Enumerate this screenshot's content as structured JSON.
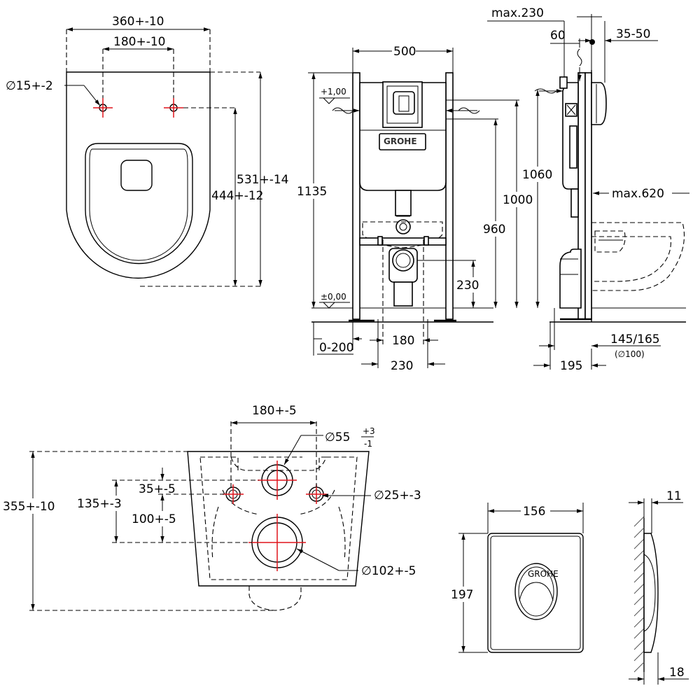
{
  "top_left": {
    "width_outer": "360+-10",
    "width_inner": "180+-10",
    "hole_diameter": "∅15+-2",
    "length_outer": "531+-14",
    "length_inner": "444+-12"
  },
  "top_middle": {
    "frame_width": "500",
    "level_top": "+1,00",
    "level_zero": "±0,00",
    "height_total": "1135",
    "height_1000": "1000",
    "height_960": "960",
    "height_230": "230",
    "foot_adjust": "0-200",
    "spacing_180": "180",
    "spacing_230": "230",
    "logo_text": "GROHE"
  },
  "top_right": {
    "max_230": "max.230",
    "dim_60": "60",
    "dim_35_50": "35-50",
    "height_1060": "1060",
    "max_620": "max.620",
    "dim_145_165": "145/165",
    "dim_100": "(∅100)",
    "dim_195": "195"
  },
  "bottom_left": {
    "spacing": "180+-5",
    "inlet_diameter": "∅55",
    "inlet_tol_plus": "+3",
    "inlet_tol_minus": "-1",
    "depth": "355+-10",
    "dist_135": "135+-3",
    "dist_35": "35+-5",
    "dist_100": "100+-5",
    "bolt_diameter": "∅25+-3",
    "outlet_diameter": "∅102+-5"
  },
  "bottom_right": {
    "plate_width": "156",
    "plate_height": "197",
    "thickness_top": "11",
    "thickness_bottom": "18"
  }
}
